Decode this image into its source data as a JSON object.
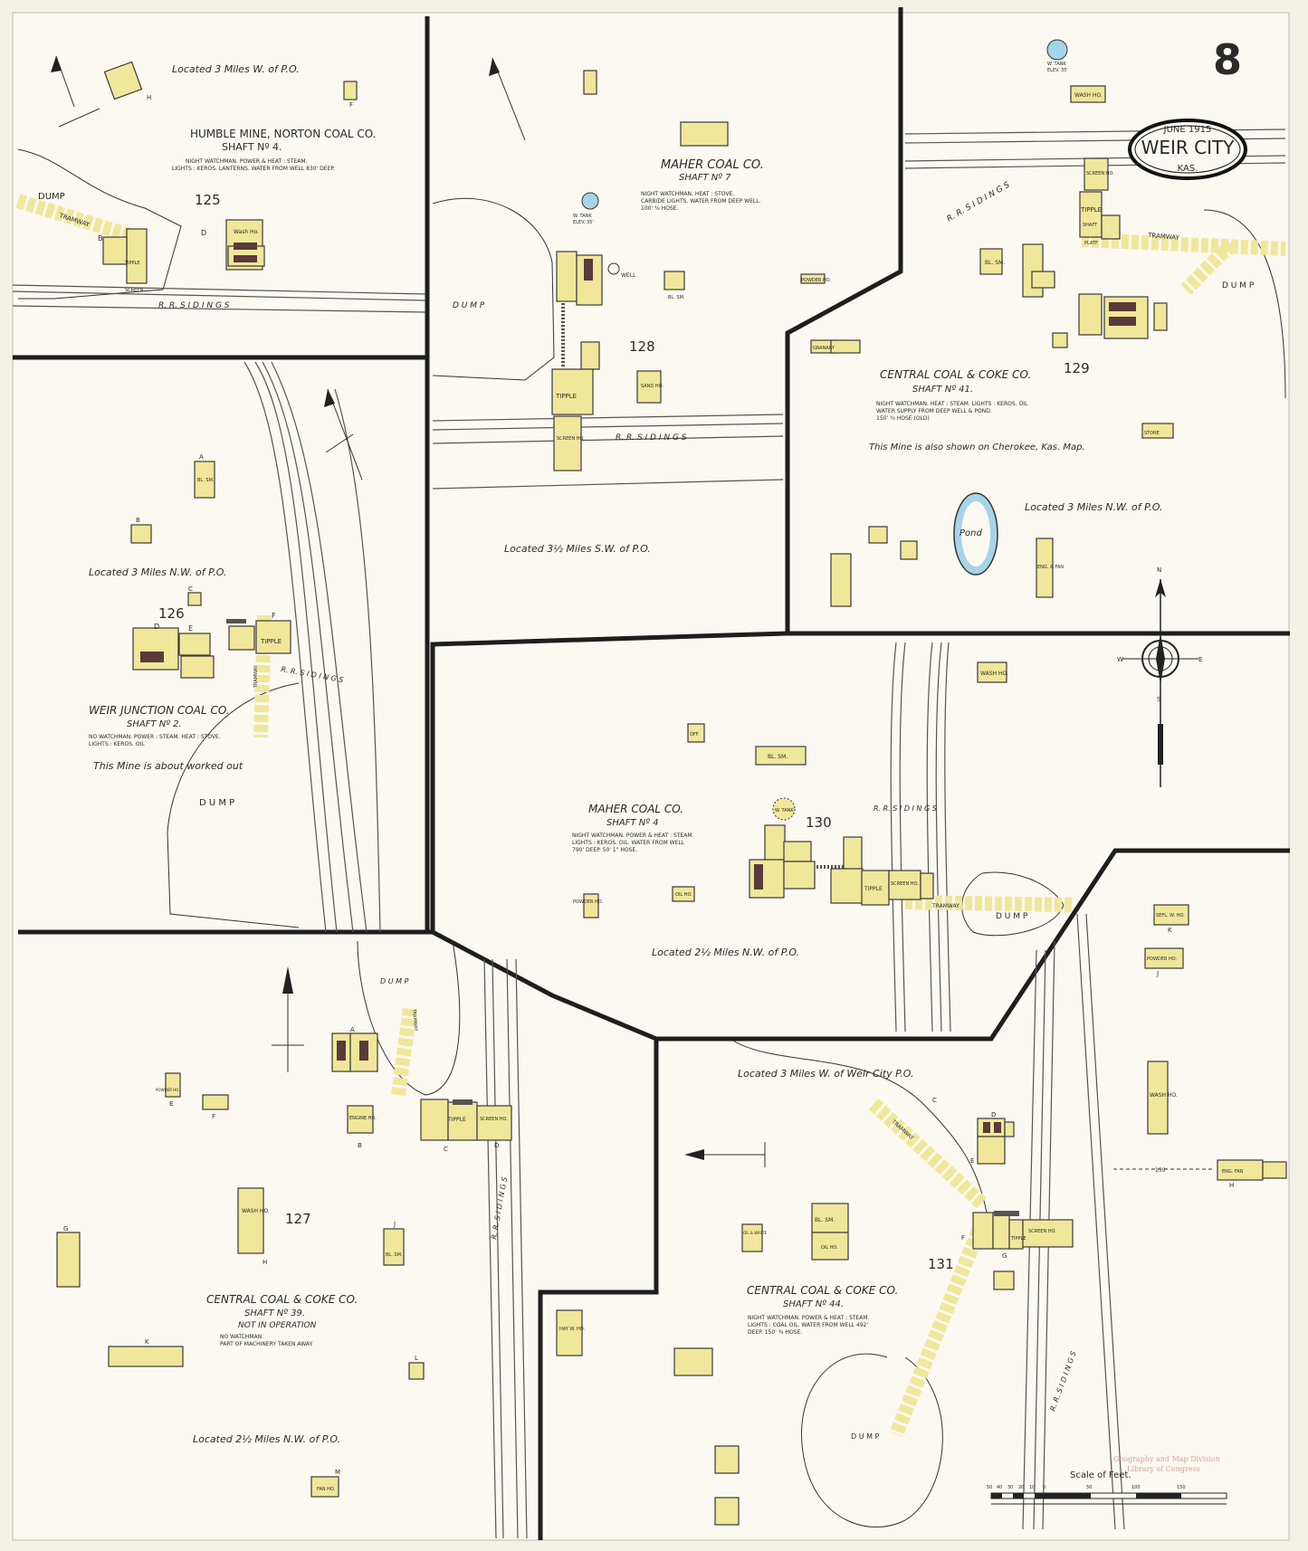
{
  "sheet": {
    "number": "8",
    "title_date": "JUNE 1915",
    "title_city": "WEIR CITY",
    "title_state": "KAS."
  },
  "colors": {
    "paper": "#f4f1e6",
    "building_yellow": "#f0e79a",
    "ink": "#2a2a2a",
    "pond_blue": "#a6d4e8",
    "stamp_red": "#c97a7a"
  },
  "sections": {
    "s125": {
      "location": "Located 3 Miles W. of P.O.",
      "name": "HUMBLE MINE, NORTON COAL CO.",
      "shaft": "SHAFT Nº 4.",
      "note1": "NIGHT WATCHMAN. POWER & HEAT : STEAM.",
      "note2": "LIGHTS : KEROS. LANTERNS. WATER FROM WELL 830' DEEP.",
      "number": "125",
      "dump": "DUMP",
      "tramway": "TRAMWAY",
      "sidings": "R.   R.   S I D I N G S",
      "wash": "Wash Ho.",
      "tipple": "TIPPLE",
      "screen": "SCREEN",
      "label_b": "B",
      "label_d": "D",
      "label_f": "F",
      "label_h": "H"
    },
    "s128": {
      "name": "MAHER COAL CO.",
      "shaft": "SHAFT Nº 7",
      "note1": "NIGHT WATCHMAN. HEAT : STOVE.",
      "note2": "CARBIDE LIGHTS. WATER FROM DEEP WELL.",
      "note3": "100' ¾ HOSE.",
      "number": "128",
      "dump": "D U M P",
      "tank": "W. TANK",
      "tank_elev": "ELEV. 35'",
      "well": "WELL",
      "tipple": "TIPPLE",
      "screen": "SCREEN HO.",
      "sand": "SAND HO.",
      "blsm": "BL. SM.",
      "sidings": "R.   R.   S I D I N G S",
      "location": "Located 3½ Miles S.W. of P.O."
    },
    "s129": {
      "tank": "W. TANK",
      "tank_elev": "ELEV. 35'",
      "wash": "WASH HO.",
      "screen": "SCREEN HO.",
      "tipple": "TIPPLE",
      "shaft": "SHAFT",
      "plat": "PLATF.",
      "tramway": "TRAMWAY",
      "sidings": "R.   R.   S I D I N G S",
      "dump": "D U M P",
      "blsm": "BL. SM.",
      "powder": "POWDER HO.",
      "granary": "GRANARY",
      "name": "CENTRAL COAL & COKE CO.",
      "shaft_no": "SHAFT Nº 41.",
      "note1": "NIGHT WATCHMAN. HEAT : STEAM. LIGHTS : KEROS. OIL",
      "note2": "WATER SUPPLY FROM DEEP WELL & POND.",
      "note3": "150' ¾ HOSE (OLD)",
      "note4": "This Mine is also shown on Cherokee, Kas. Map.",
      "number": "129",
      "location": "Located 3 Miles N.W. of P.O.",
      "pond": "Pond",
      "store": "STORE",
      "eng_fan": "ENG. & FAN"
    },
    "s126": {
      "location": "Located 3 Miles N.W. of P.O.",
      "number": "126",
      "name": "WEIR JUNCTION COAL CO.",
      "shaft": "SHAFT Nº 2.",
      "note1": "NO WATCHMAN. POWER : STEAM. HEAT : STOVE.",
      "note2": "LIGHTS : KEROS. OIL",
      "note3": "This Mine is about worked out",
      "dump": "D U M P",
      "tipple": "TIPPLE",
      "blsm": "BL. SM.",
      "sidings": "R. R. S I D I N G S",
      "tramway": "TRAMWAY",
      "label_a": "A",
      "label_b": "B",
      "label_c": "C",
      "label_d": "D",
      "label_e": "E",
      "label_f": "F"
    },
    "s130": {
      "name": "MAHER COAL CO.",
      "shaft": "SHAFT Nº 4",
      "note1": "NIGHT WATCHMAN. POWER & HEAT : STEAM.",
      "note2": "LIGHTS : KEROS. OIL. WATER FROM WELL",
      "note3": "790' DEEP. 50' 1\" HOSE.",
      "number": "130",
      "wash": "WASH HO.",
      "off": "OFF.",
      "blsm": "BL. SM.",
      "tank": "W. TANK",
      "tipple": "TIPPLE",
      "screen": "SCREEN HO.",
      "powder": "POWDER HO.",
      "oil": "OIL HO.",
      "sidings": "R.   R.   S I D I N G S",
      "tramway": "TRAMWAY",
      "dump": "D U M P",
      "location": "Located 2½ Miles N.W. of P.O."
    },
    "s127": {
      "dump": "D U M P",
      "tramway": "TRAMWAY",
      "tipple": "TIPPLE",
      "screen": "SCREEN HO.",
      "engine": "ENGINE HO.",
      "powder": "POWDER HO.",
      "wash": "WASH HO.",
      "blsm": "BL. SM.",
      "number": "127",
      "name": "CENTRAL COAL & COKE CO.",
      "shaft": "SHAFT Nº 39.",
      "note1": "NOT IN OPERATION",
      "note2": "NO WATCHMAN.",
      "note3": "PART OF MACHINERY TAKEN AWAY.",
      "sidings": "R. R.  S I D I N G S",
      "location": "Located 2½ Miles N.W. of P.O.",
      "fan": "FAN HO.",
      "label_a": "A",
      "label_b": "B",
      "label_c": "C",
      "label_d": "D",
      "label_e": "E",
      "label_f": "F",
      "label_g": "G",
      "label_h": "H",
      "label_j": "J",
      "label_k": "K",
      "label_l": "L",
      "label_m": "M"
    },
    "s131": {
      "location": "Located 3 Miles W. of Weir City P.O.",
      "name": "CENTRAL COAL & COKE CO.",
      "shaft": "SHAFT Nº 44.",
      "note1": "NIGHT WATCHMAN. POWER & HEAT : STEAM.",
      "note2": "LIGHTS : COAL OIL. WATER FROM WELL 492'",
      "note3": "DEEP. 150' ¾ HOSE.",
      "number": "131",
      "tramway": "TRAMWAY",
      "tipple": "TIPPLE",
      "screen": "SCREEN HO.",
      "blsm": "BL. SM.",
      "oil": "OIL HO.",
      "oil_waste": "OIL & WASTE",
      "hay": "HAY W. HO.",
      "wash": "WASH HO.",
      "sefl": "SEFL. W. HO.",
      "powder": "POWDER HO.",
      "eng_fan": "ENG.  FAN",
      "dump": "D U M P",
      "sidings": "R.   R.   S I D I N G S",
      "dist": "150'",
      "label_c": "C",
      "label_d": "D",
      "label_e": "E",
      "label_f": "F",
      "label_g": "G",
      "label_h": "H",
      "label_j": "J",
      "label_k": "K"
    }
  },
  "compass": {
    "n": "N",
    "s": "S",
    "e": "E",
    "w": "W"
  },
  "scale": {
    "label": "Scale of Feet.",
    "ticks": [
      "50",
      "40",
      "30",
      "20",
      "10",
      "0",
      "50",
      "100",
      "150"
    ]
  },
  "stamp": {
    "line1": "Geography and Map Division",
    "line2": "Library of Congress"
  }
}
